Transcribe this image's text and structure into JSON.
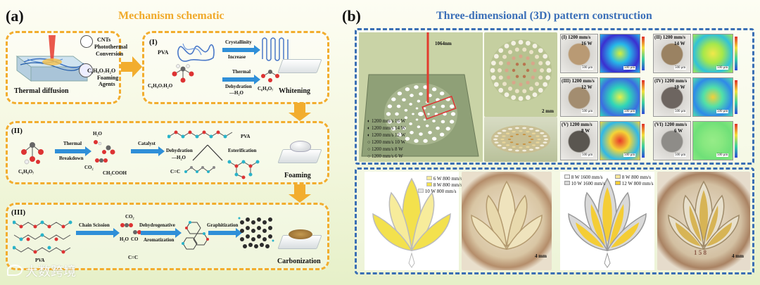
{
  "panel_a": {
    "letter": "(a)",
    "title": "Mechanism schematic",
    "thermal_diffusion": "Thermal diffusion",
    "cnts_label": "CNTs",
    "photothermal_label": "Photothermal",
    "conversion_label": "Conversion",
    "foaming_formula": "C₆H₈O₇H₂O",
    "foaming_agents_1": "Foaming",
    "foaming_agents_2": "Agents",
    "stage1": {
      "label": "(I)",
      "pva": "PVA",
      "crystallinity": "Crystallinity",
      "increase": "Increase",
      "thermal": "Thermal",
      "dehydration": "Dehydration",
      "minus_h2o": "—H₂O",
      "reactant": "C₆H₈O₇H₂O",
      "product": "C₆H₈O₇",
      "result": "Whitening"
    },
    "stage2": {
      "label": "(II)",
      "h2o": "H₂O",
      "thermal": "Thermal",
      "breakdown": "Breakdown",
      "co2": "CO₂",
      "reactant": "C₆H₈O₇",
      "acid": "CH₃COOH",
      "catalyst": "Catalyst",
      "pva": "PVA",
      "dehydration": "Dehydration",
      "minus_h2o": "—H₂O",
      "esterification": "Esterification",
      "cc": "C=C",
      "result": "Foaming"
    },
    "stage3": {
      "label": "(III)",
      "pva": "PVA",
      "chain_scission": "Chain Scission",
      "co2": "CO₂",
      "h2o": "H₂O",
      "co": "CO",
      "cc": "C=C",
      "dehydrogenative": "Dehydrogenative",
      "aromatization": "Aromatization",
      "graphitization": "Graphitization",
      "result": "Carbonization"
    }
  },
  "panel_b": {
    "letter": "(b)",
    "title": "Three-dimensional (3D) pattern construction",
    "laser": "1064nm",
    "scale_2mm": "2 mm",
    "legend": [
      "1200 mm/s   16 W",
      "1200 mm/s   14 W",
      "1200 mm/s   12 W",
      "1200 mm/s   10 W",
      "1200 mm/s    8 W",
      "1200 mm/s    6 W"
    ],
    "micro": [
      {
        "roman": "(I)",
        "speed": "1200 mm/s",
        "power": "16 W",
        "bar": "500 μm"
      },
      {
        "roman": "(II)",
        "speed": "1200 mm/s",
        "power": "14 W",
        "bar": "500 μm"
      },
      {
        "roman": "(III)",
        "speed": "1200 mm/s",
        "power": "12 W",
        "bar": "500 μm"
      },
      {
        "roman": "(IV)",
        "speed": "1200 mm/s",
        "power": "10 W",
        "bar": "500 μm"
      },
      {
        "roman": "(V)",
        "speed": "1200 mm/s",
        "power": "8 W",
        "bar": "500 μm"
      },
      {
        "roman": "(VI)",
        "speed": "1200 mm/s",
        "power": "6 W",
        "bar": "500 μm"
      }
    ],
    "lotus1_legend": [
      "6 W    800 mm/s",
      "8 W    800 mm/s",
      "10 W  800 mm/s"
    ],
    "lotus2_legend": [
      "8 W   1600 mm/s",
      "10 W  1600 mm/s",
      "8 W    800 mm/s",
      "12 W  800 mm/s"
    ],
    "scale_4mm": "4 mm",
    "stamp": "1 5 8"
  },
  "watermark": "大数跨境",
  "colors": {
    "orange_border": "#f2ad2e",
    "blue_border": "#3a6fb4",
    "arrow_blue": "#2f8fd8",
    "title_orange": "#f0a92a",
    "title_blue": "#3b6fb8"
  }
}
